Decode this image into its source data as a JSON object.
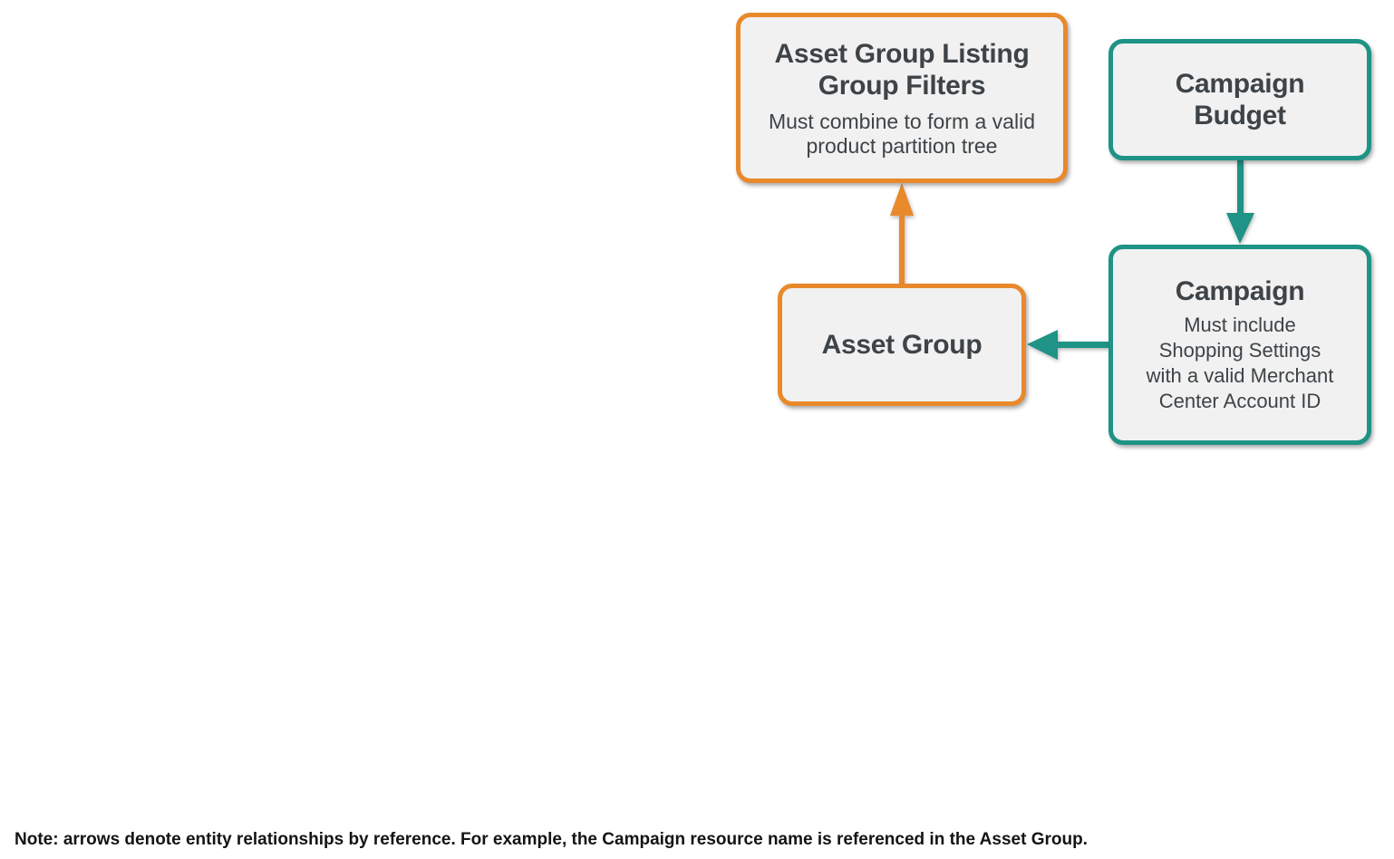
{
  "colors": {
    "orange": "#E8892B",
    "teal": "#1E9386",
    "box_fill": "#F1F1F1",
    "text": "#3E4347",
    "note_text": "#141414"
  },
  "nodes": {
    "listing_group_filters": {
      "title": "Asset Group Listing Group Filters",
      "title_lines": [
        "Asset Group Listing",
        "Group Filters"
      ],
      "subtitle": "Must combine to form a valid product partition tree",
      "subtitle_lines": [
        "Must combine to form a valid",
        "product partition tree"
      ],
      "accent": "orange"
    },
    "campaign_budget": {
      "title": "Campaign Budget",
      "title_lines": [
        "Campaign",
        "Budget"
      ],
      "accent": "teal"
    },
    "campaign": {
      "title": "Campaign",
      "subtitle": "Must include Shopping Settings with a valid Merchant Center Account ID",
      "subtitle_lines": [
        "Must include",
        "Shopping Settings",
        "with a valid Merchant",
        "Center Account ID"
      ],
      "accent": "teal"
    },
    "asset_group": {
      "title": "Asset Group",
      "accent": "orange"
    }
  },
  "edges": [
    {
      "from": "asset_group",
      "to": "listing_group_filters",
      "accent": "orange",
      "direction": "up"
    },
    {
      "from": "campaign_budget",
      "to": "campaign",
      "accent": "teal",
      "direction": "down"
    },
    {
      "from": "campaign",
      "to": "asset_group",
      "accent": "teal",
      "direction": "left"
    }
  ],
  "note": {
    "text": "Note: arrows denote entity relationships by reference. For example, the Campaign resource name is referenced in the Asset Group."
  }
}
